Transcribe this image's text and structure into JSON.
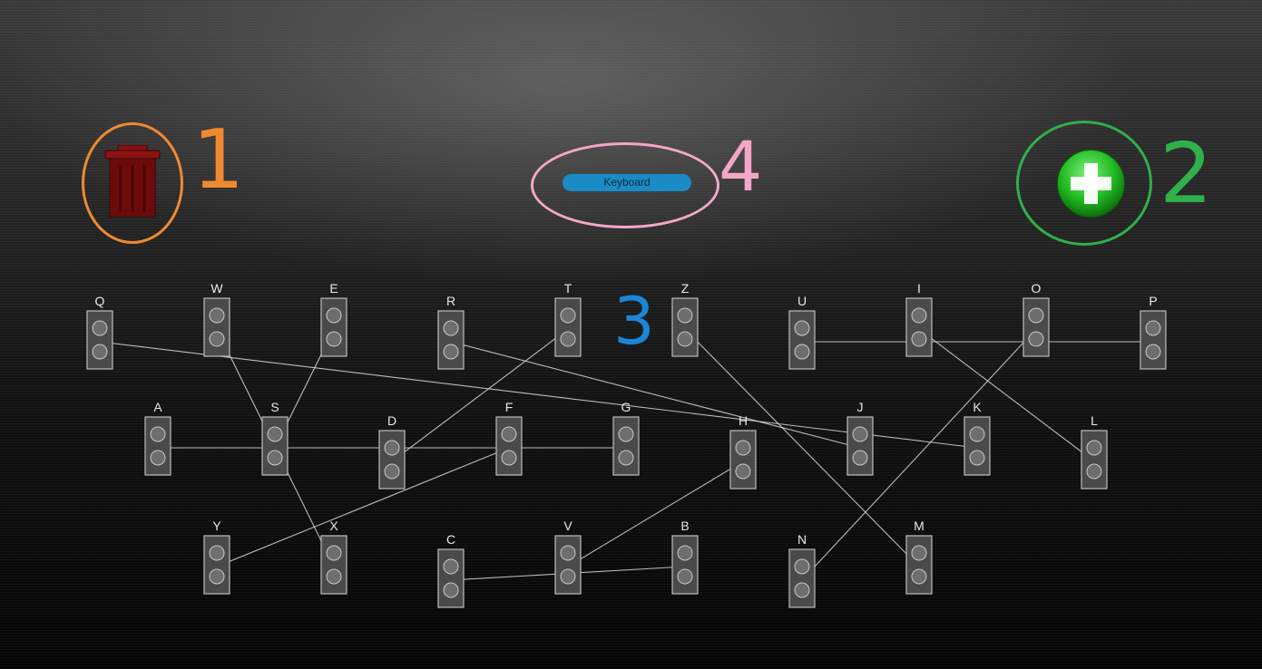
{
  "toolbar": {
    "keyboard_label": "Keyboard",
    "delete_icon": "trash-icon",
    "add_icon": "plus-icon"
  },
  "colors": {
    "trash": "#7a0c0c",
    "add": "#22bb22",
    "keyboard": "#1a8bc4",
    "annotation_1": "#f08a30",
    "annotation_2": "#2fb04a",
    "annotation_3": "#1a86d6",
    "annotation_4": "#f4a6c8"
  },
  "annotations": [
    {
      "label": "1",
      "target": "delete"
    },
    {
      "label": "2",
      "target": "add"
    },
    {
      "label": "3",
      "target": "nodes"
    },
    {
      "label": "4",
      "target": "keyboard"
    }
  ],
  "keys": [
    "Q",
    "W",
    "E",
    "R",
    "T",
    "Z",
    "U",
    "I",
    "O",
    "P",
    "A",
    "S",
    "D",
    "F",
    "G",
    "H",
    "J",
    "K",
    "L",
    "Y",
    "X",
    "C",
    "V",
    "B",
    "N",
    "M"
  ],
  "connections": [
    [
      "Q",
      "K"
    ],
    [
      "W",
      "X"
    ],
    [
      "E",
      "S"
    ],
    [
      "R",
      "J"
    ],
    [
      "T",
      "D"
    ],
    [
      "Z",
      "M"
    ],
    [
      "U",
      "P"
    ],
    [
      "I",
      "L"
    ],
    [
      "O",
      "N"
    ],
    [
      "A",
      "G"
    ],
    [
      "Y",
      "F"
    ],
    [
      "C",
      "B"
    ],
    [
      "V",
      "H"
    ]
  ]
}
